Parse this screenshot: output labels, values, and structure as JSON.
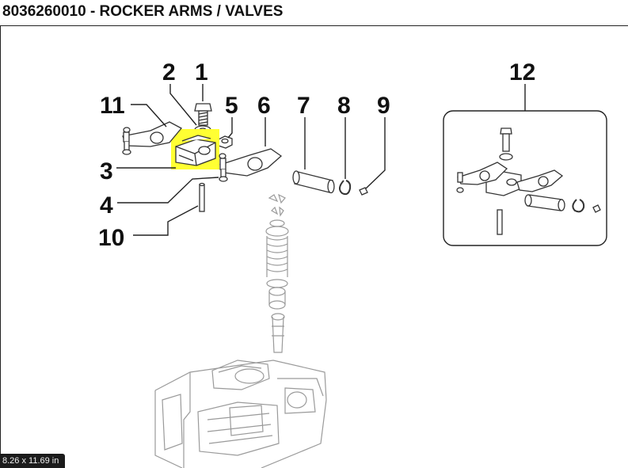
{
  "header": {
    "title": "8036260010 - ROCKER ARMS / VALVES"
  },
  "callouts": {
    "c1": "1",
    "c2": "2",
    "c3": "3",
    "c4": "4",
    "c5": "5",
    "c6": "6",
    "c7": "7",
    "c8": "8",
    "c9": "9",
    "c10": "10",
    "c11": "11",
    "c12": "12"
  },
  "highlight": {
    "color": "#ffff33"
  },
  "status_bar": {
    "size_text": "8.26 x 11.69 in"
  }
}
